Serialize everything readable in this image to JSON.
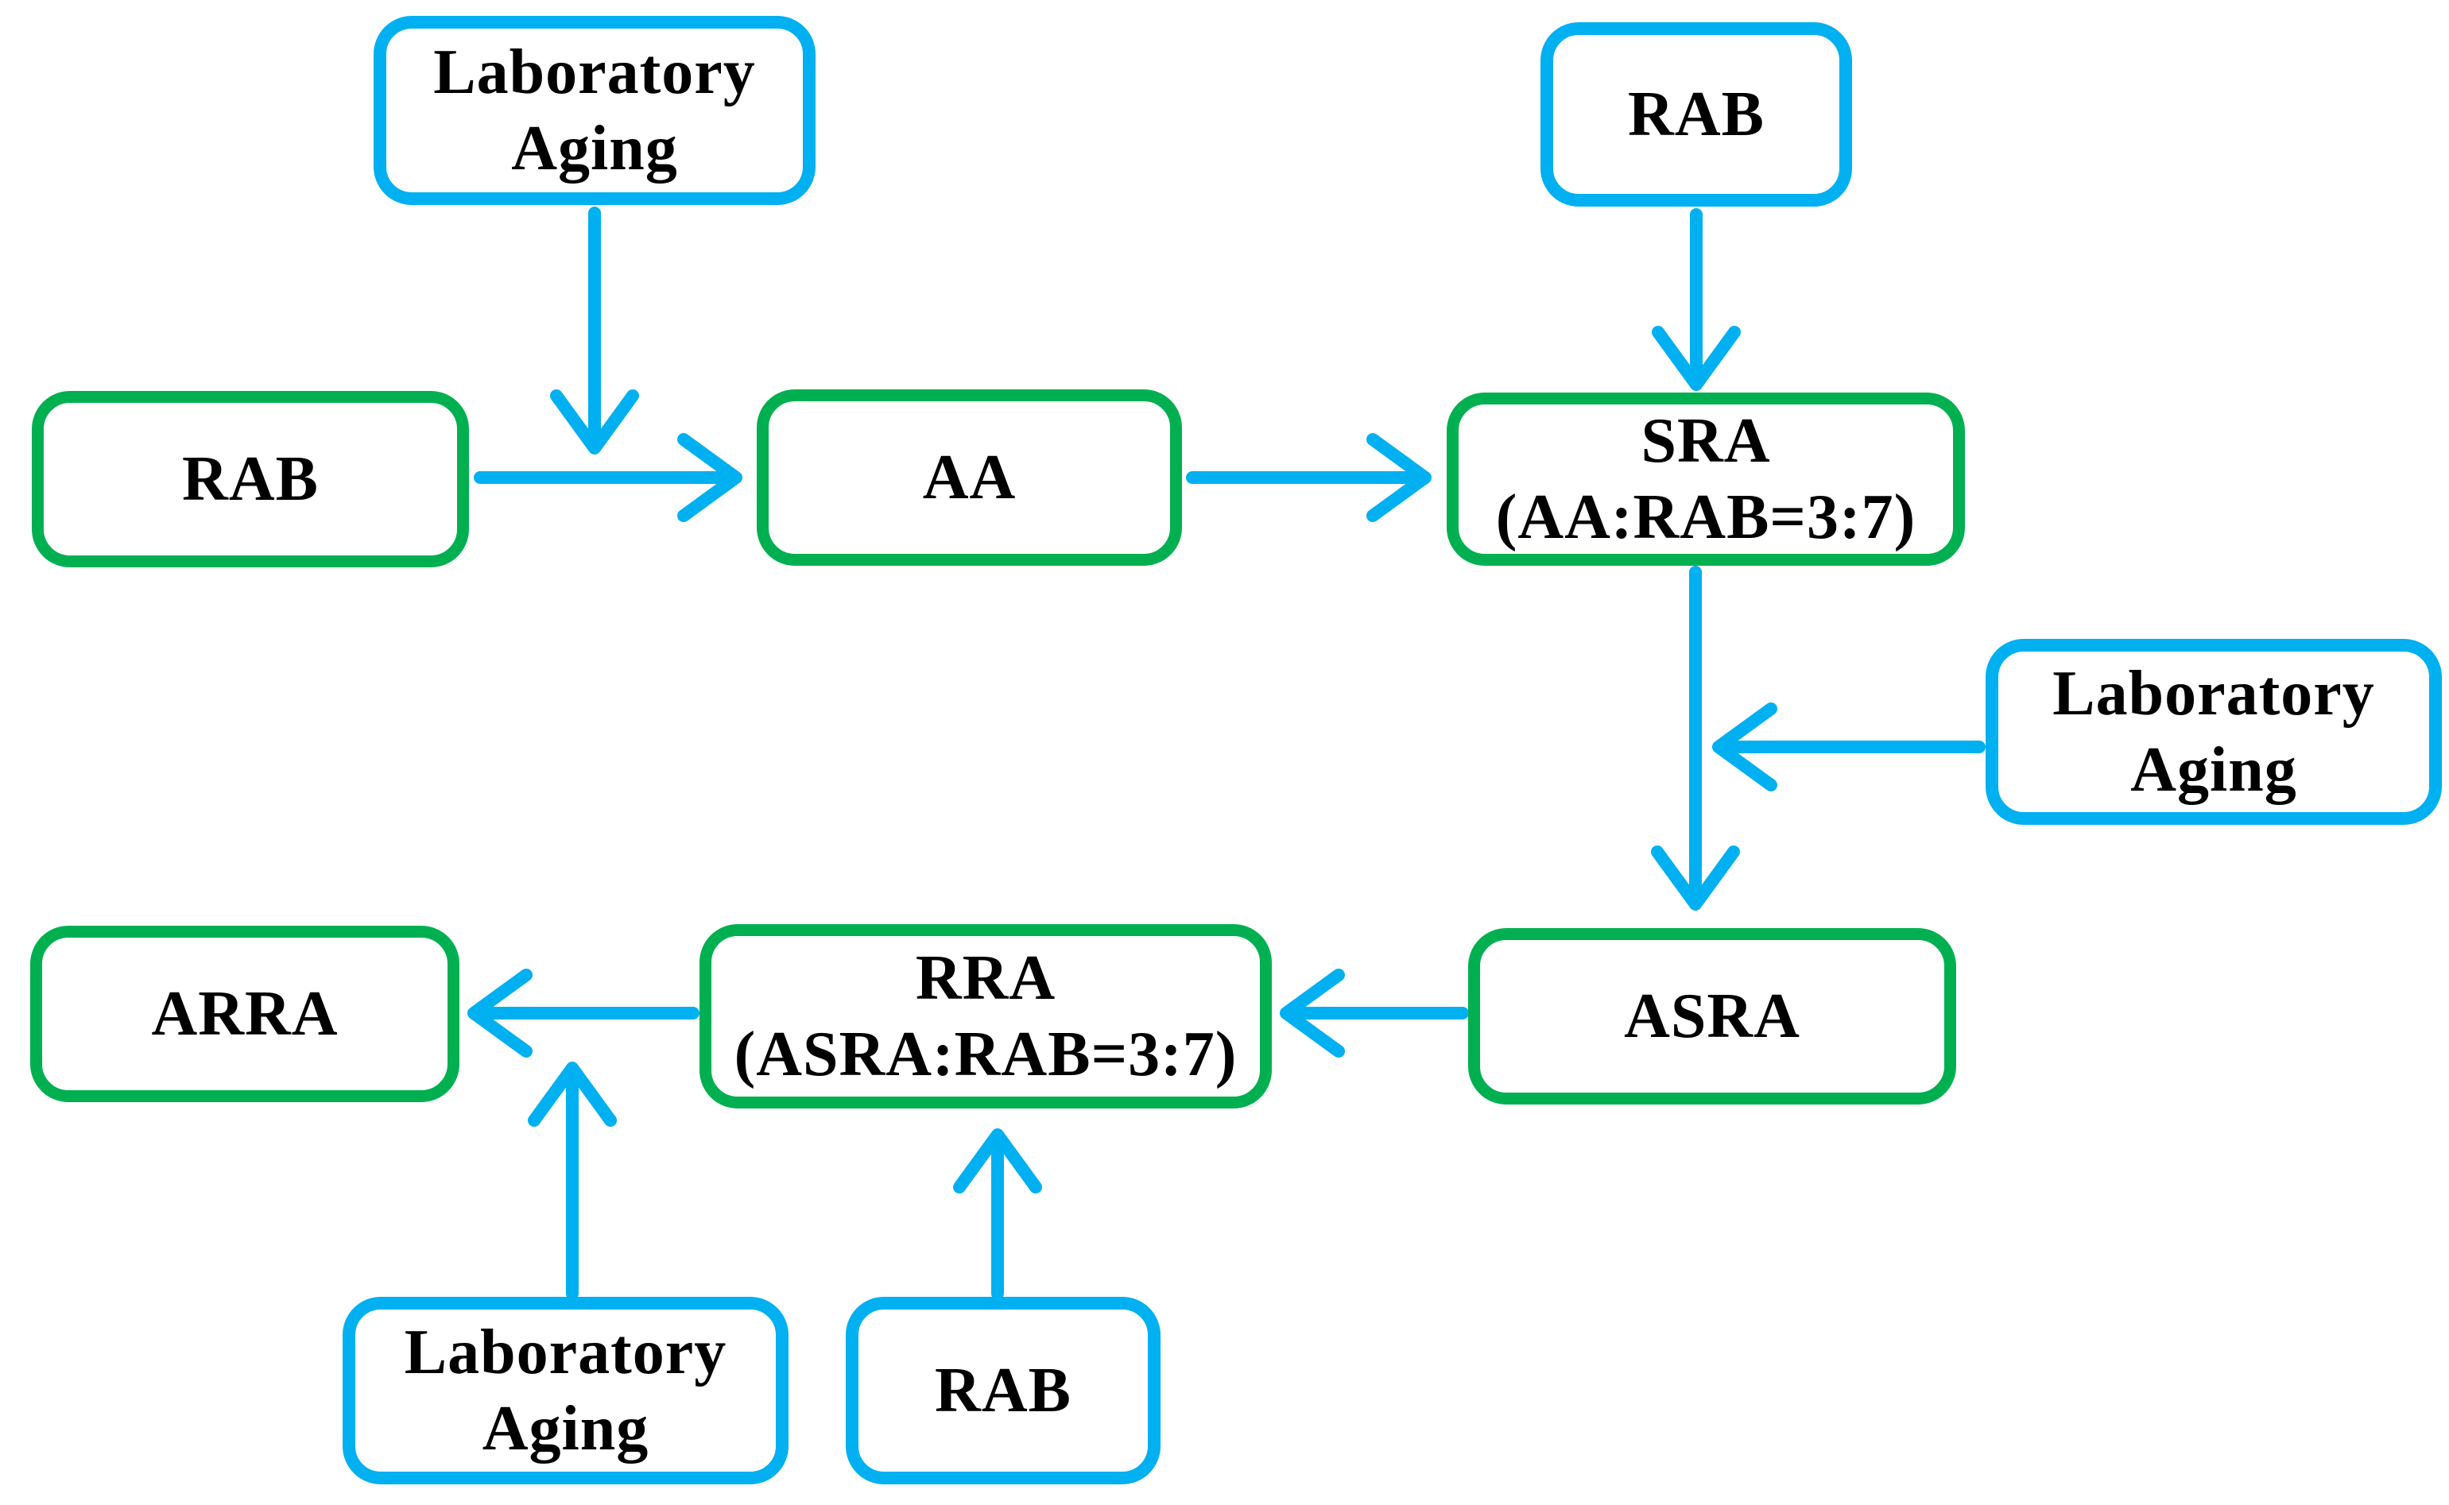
{
  "diagram": {
    "background_color": "#FFFFFF",
    "colors": {
      "process_box_border": "#00B050",
      "input_box_border": "#00B0F0",
      "arrow": "#00B0F0",
      "text": "#000000"
    },
    "nodes": {
      "lab_aging_top": {
        "type": "input",
        "lines": [
          "Laboratory",
          "Aging"
        ]
      },
      "rab_top": {
        "type": "input",
        "lines": [
          "RAB"
        ]
      },
      "rab_left": {
        "type": "process",
        "lines": [
          "RAB"
        ]
      },
      "aa": {
        "type": "process",
        "lines": [
          "AA"
        ]
      },
      "sra": {
        "type": "process",
        "lines": [
          "SRA",
          "(AA:RAB=3:7)"
        ]
      },
      "lab_aging_right": {
        "type": "input",
        "lines": [
          "Laboratory",
          "Aging"
        ]
      },
      "asra": {
        "type": "process",
        "lines": [
          "ASRA"
        ]
      },
      "rra": {
        "type": "process",
        "lines": [
          "RRA",
          "(ASRA:RAB=3:7)"
        ]
      },
      "arra": {
        "type": "process",
        "lines": [
          "ARRA"
        ]
      },
      "lab_aging_bottom": {
        "type": "input",
        "lines": [
          "Laboratory",
          "Aging"
        ]
      },
      "rab_bottom": {
        "type": "input",
        "lines": [
          "RAB"
        ]
      }
    },
    "edges": [
      {
        "from": "lab_aging_top",
        "to": "rab_left-to-aa arrow",
        "direction": "down"
      },
      {
        "from": "rab_left",
        "to": "aa",
        "direction": "right"
      },
      {
        "from": "aa",
        "to": "sra",
        "direction": "right"
      },
      {
        "from": "rab_top",
        "to": "sra",
        "direction": "down"
      },
      {
        "from": "sra",
        "to": "asra",
        "direction": "down"
      },
      {
        "from": "lab_aging_right",
        "to": "sra-to-asra arrow",
        "direction": "left"
      },
      {
        "from": "asra",
        "to": "rra",
        "direction": "left"
      },
      {
        "from": "rra",
        "to": "arra",
        "direction": "left"
      },
      {
        "from": "lab_aging_bottom",
        "to": "rra-to-arra arrow",
        "direction": "up"
      },
      {
        "from": "rab_bottom",
        "to": "rra",
        "direction": "up"
      }
    ]
  }
}
